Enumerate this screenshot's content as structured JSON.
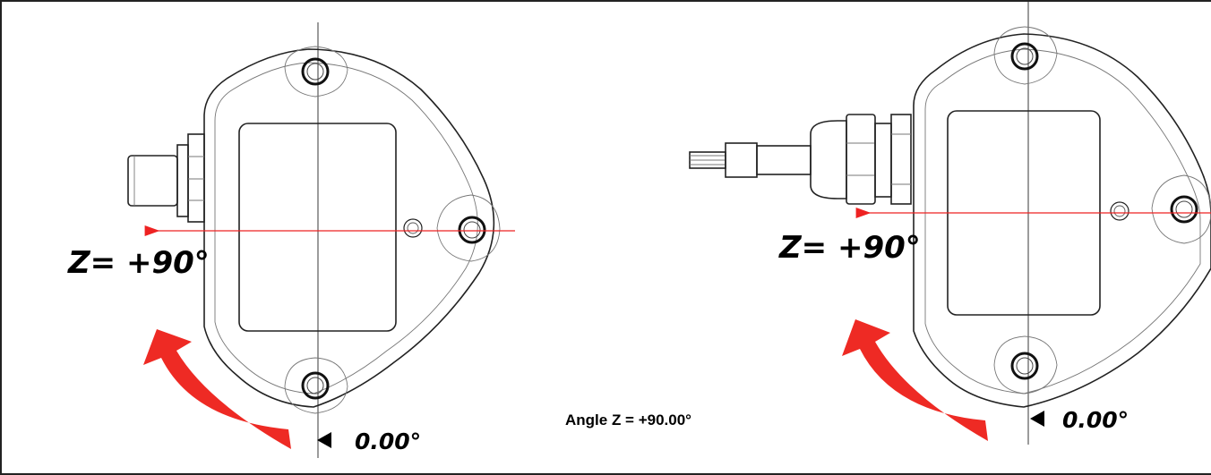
{
  "left_view": {
    "rotation_label": "Z= +90°",
    "zero_label": "0.00°",
    "connector_type": "M12 connector"
  },
  "right_view": {
    "rotation_label": "Z= +90°",
    "zero_label": "0.00°",
    "connector_type": "cable gland"
  },
  "caption": "Angle Z = +90.00°",
  "colors": {
    "arrow": "#ee2a24",
    "axis_line": "#ee2222",
    "outline": "#222222"
  }
}
